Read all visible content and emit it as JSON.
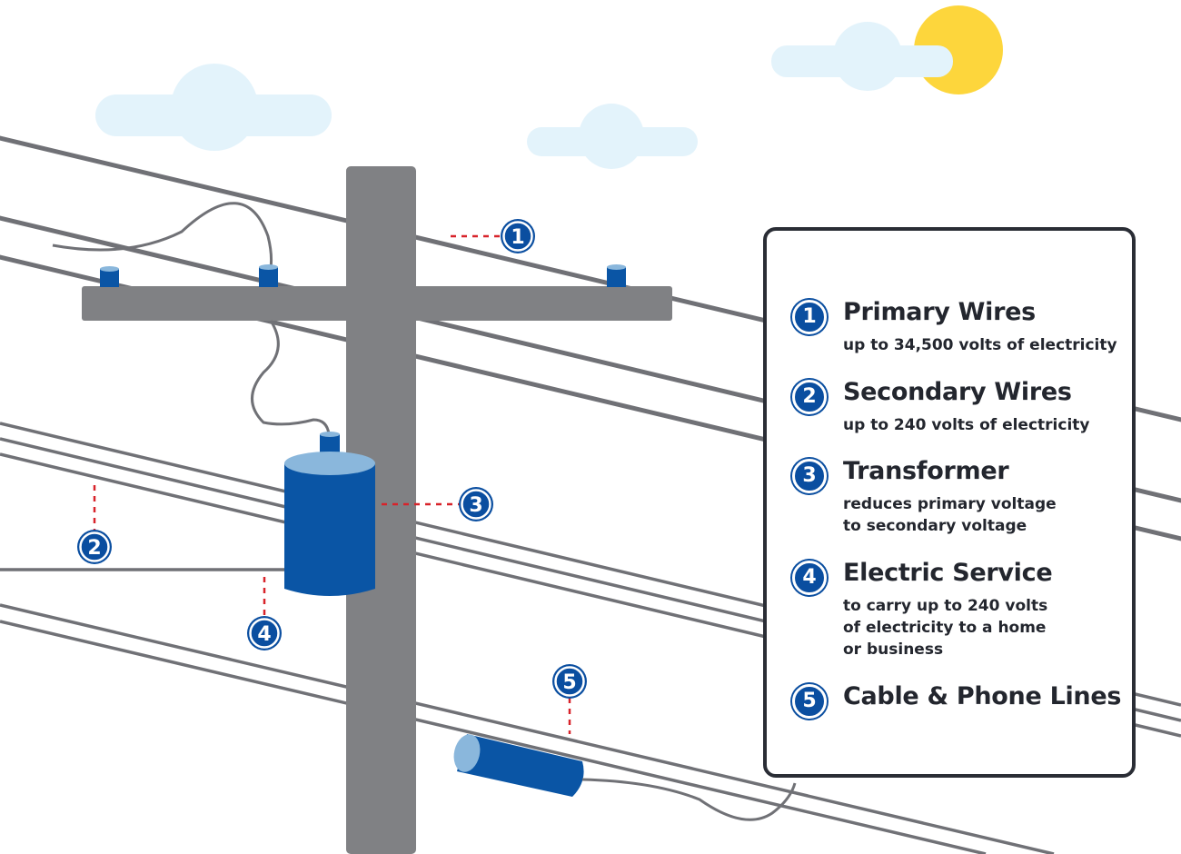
{
  "colors": {
    "pole": "#808184",
    "wire": "#707176",
    "wire_light": "#e0e0e0",
    "equipment": "#0a55a5",
    "equipment_top": "#8ab7dc",
    "marker": "#0a4ea0",
    "leader": "#d8232a",
    "sky_cloud": "#e3f3fb",
    "sun": "#fdd63c",
    "border": "#2a2d35"
  },
  "markers": [
    {
      "num": "1",
      "name": "marker-primary-wires"
    },
    {
      "num": "2",
      "name": "marker-secondary-wires"
    },
    {
      "num": "3",
      "name": "marker-transformer"
    },
    {
      "num": "4",
      "name": "marker-electric-service"
    },
    {
      "num": "5",
      "name": "marker-cable-phone-lines"
    }
  ],
  "legend": {
    "items": [
      {
        "num": "1",
        "title": "Primary Wires",
        "desc": [
          "up to 34,500 volts of electricity"
        ]
      },
      {
        "num": "2",
        "title": "Secondary Wires",
        "desc": [
          "up to 240 volts of electricity"
        ]
      },
      {
        "num": "3",
        "title": "Transformer",
        "desc": [
          "reduces primary voltage",
          "to secondary voltage"
        ]
      },
      {
        "num": "4",
        "title": "Electric Service",
        "desc": [
          "to carry up to 240 volts",
          "of electricity to a home",
          "or business"
        ]
      },
      {
        "num": "5",
        "title": "Cable & Phone Lines",
        "desc": []
      }
    ]
  }
}
